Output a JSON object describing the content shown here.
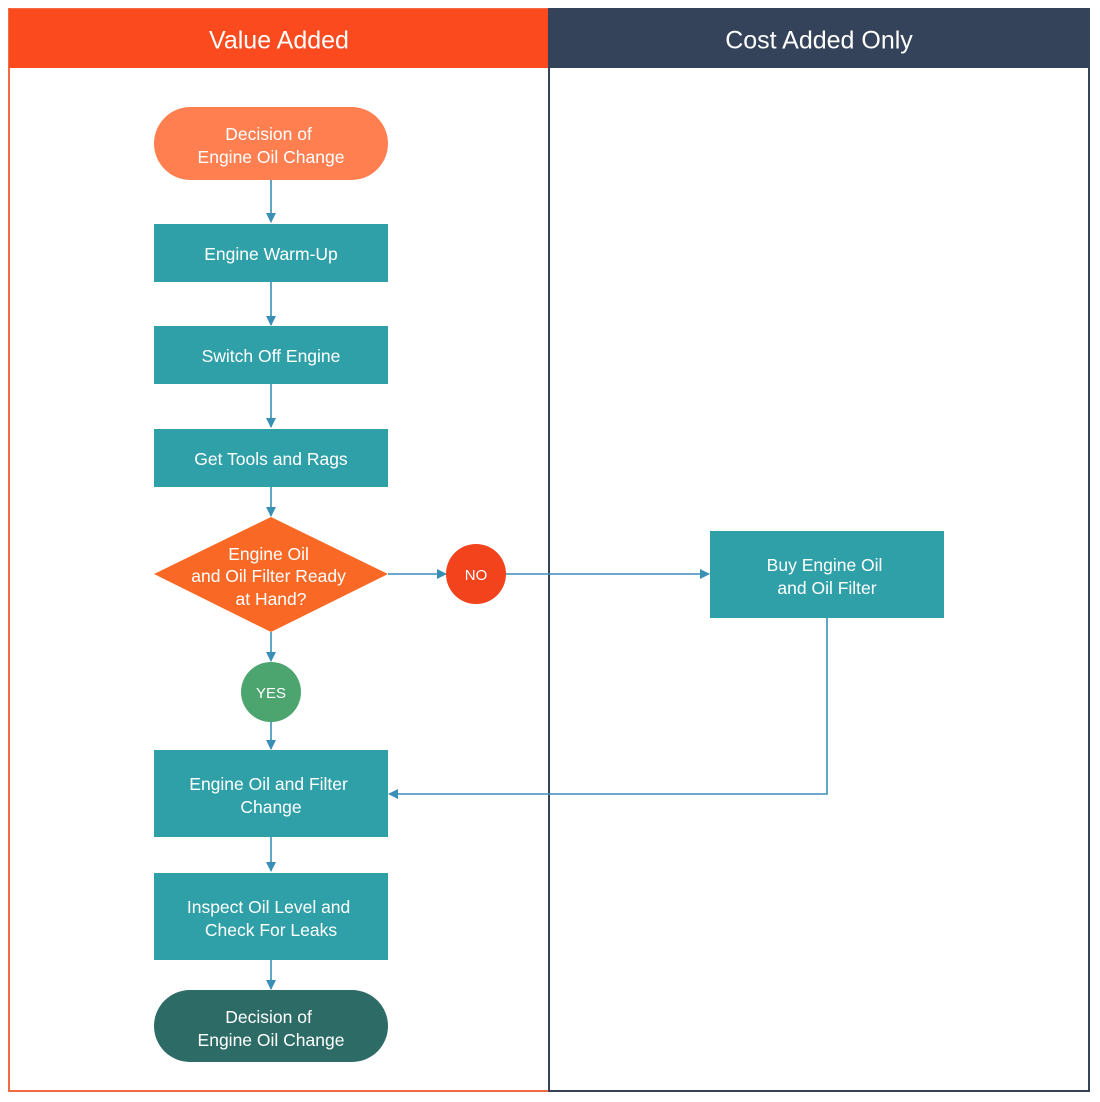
{
  "colors": {
    "value_lane_header": "#fc4a1f",
    "cost_lane_header": "#34435a",
    "value_lane_border": "#f26b45",
    "cost_lane_border": "#34435a",
    "terminator_start": "#ff7f50",
    "process": "#30a0a8",
    "decision": "#fa6826",
    "no_badge": "#f2431d",
    "yes_badge": "#4ca46e",
    "terminator_end": "#2d6b66",
    "connector": "#3a8fb7"
  },
  "lanes": {
    "value_added": {
      "title": "Value Added"
    },
    "cost_added": {
      "title": "Cost Added Only"
    }
  },
  "nodes": {
    "start": {
      "shape": "terminator",
      "lines": [
        "Decision of",
        "Engine Oil Change"
      ]
    },
    "warm_up": {
      "shape": "process",
      "lines": [
        "Engine Warm-Up"
      ]
    },
    "switch_off": {
      "shape": "process",
      "lines": [
        "Switch Off Engine"
      ]
    },
    "get_tools": {
      "shape": "process",
      "lines": [
        "Get Tools and Rags"
      ]
    },
    "ready_decision": {
      "shape": "decision",
      "lines": [
        "Engine Oil",
        "and Oil Filter Ready",
        "at Hand?"
      ]
    },
    "no_badge": {
      "shape": "circle",
      "lines": [
        "NO"
      ]
    },
    "yes_badge": {
      "shape": "circle",
      "lines": [
        "YES"
      ]
    },
    "buy_oil": {
      "shape": "process",
      "lines": [
        "Buy Engine Oil",
        "and Oil Filter"
      ]
    },
    "oil_change": {
      "shape": "process",
      "lines": [
        "Engine Oil and Filter",
        "Change"
      ]
    },
    "inspect": {
      "shape": "process",
      "lines": [
        "Inspect Oil Level and",
        "Check For Leaks"
      ]
    },
    "end": {
      "shape": "terminator",
      "lines": [
        "Decision of",
        "Engine Oil Change"
      ]
    }
  },
  "connectors": [
    {
      "from": "start",
      "to": "warm_up"
    },
    {
      "from": "warm_up",
      "to": "switch_off"
    },
    {
      "from": "switch_off",
      "to": "get_tools"
    },
    {
      "from": "get_tools",
      "to": "ready_decision"
    },
    {
      "from": "ready_decision",
      "to": "no_badge"
    },
    {
      "from": "no_badge",
      "to": "buy_oil"
    },
    {
      "from": "ready_decision",
      "to": "yes_badge"
    },
    {
      "from": "yes_badge",
      "to": "oil_change"
    },
    {
      "from": "buy_oil",
      "to": "oil_change"
    },
    {
      "from": "oil_change",
      "to": "inspect"
    },
    {
      "from": "inspect",
      "to": "end"
    }
  ]
}
